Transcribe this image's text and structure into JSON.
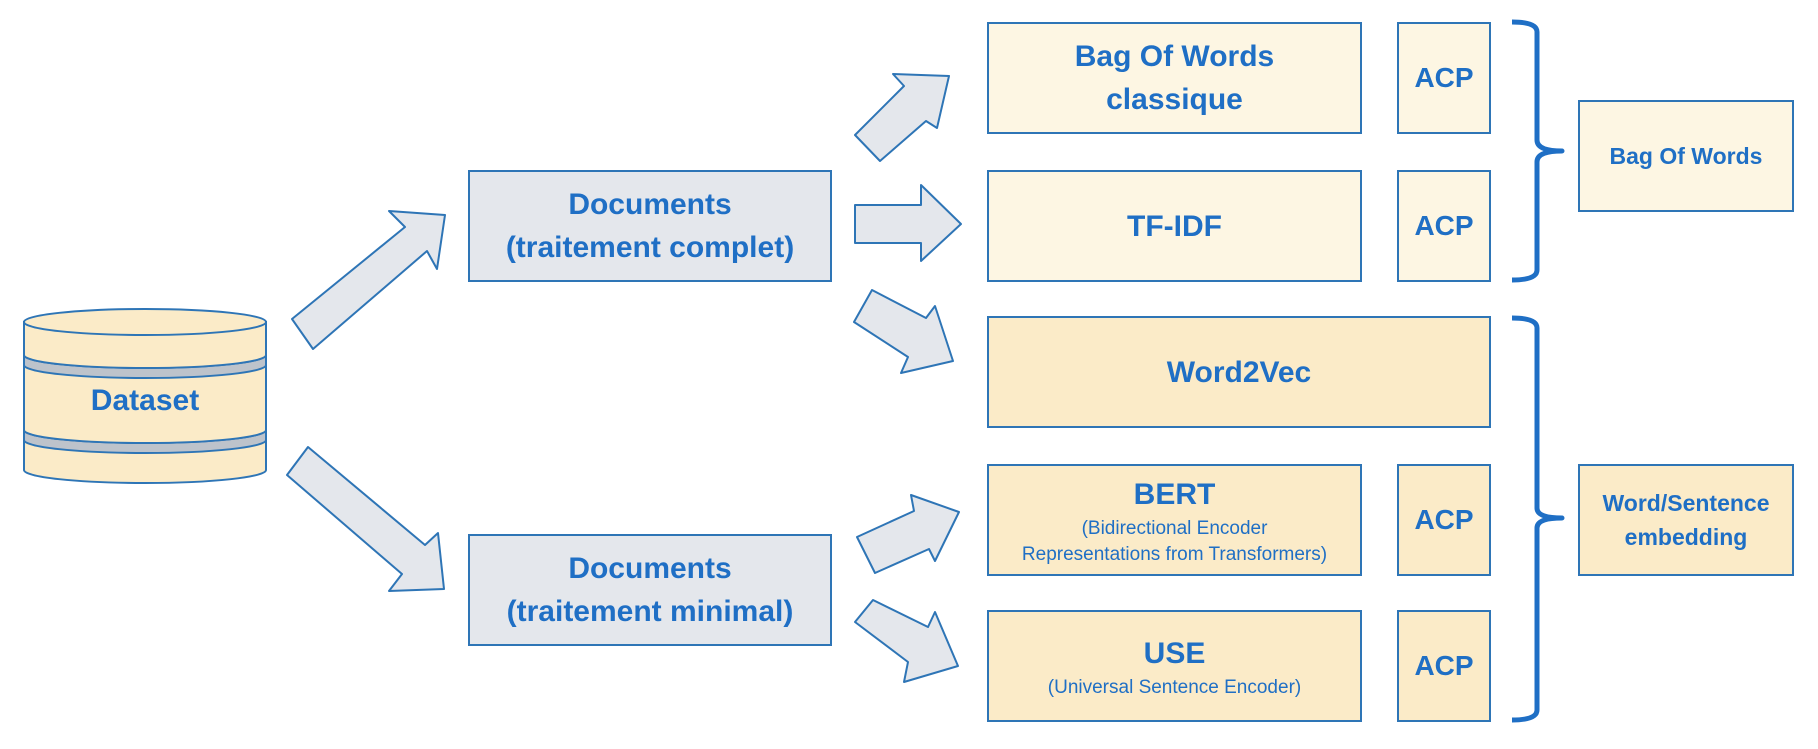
{
  "dataset": {
    "label": "Dataset"
  },
  "documents": {
    "complet": {
      "line1": "Documents",
      "line2": "(traitement complet)"
    },
    "minimal": {
      "line1": "Documents",
      "line2": "(traitement minimal)"
    }
  },
  "methods": {
    "bow": {
      "line1": "Bag Of Words",
      "line2": "classique"
    },
    "tfidf": {
      "label": "TF-IDF"
    },
    "word2vec": {
      "label": "Word2Vec"
    },
    "bert": {
      "title": "BERT",
      "sub1": "(Bidirectional Encoder",
      "sub2": "Representations from Transformers)"
    },
    "use": {
      "title": "USE",
      "sub": "(Universal Sentence Encoder)"
    }
  },
  "acp_label": "ACP",
  "groups": {
    "bag_of_words": {
      "label": "Bag Of Words"
    },
    "embedding": {
      "line1": "Word/Sentence",
      "line2": "embedding"
    }
  },
  "colors": {
    "accent": "#1f6fc5",
    "border": "#2e75b6",
    "gray_box": "#e4e7ec",
    "cream_box": "#fdf6e3",
    "wheat_box": "#fbebc8"
  }
}
